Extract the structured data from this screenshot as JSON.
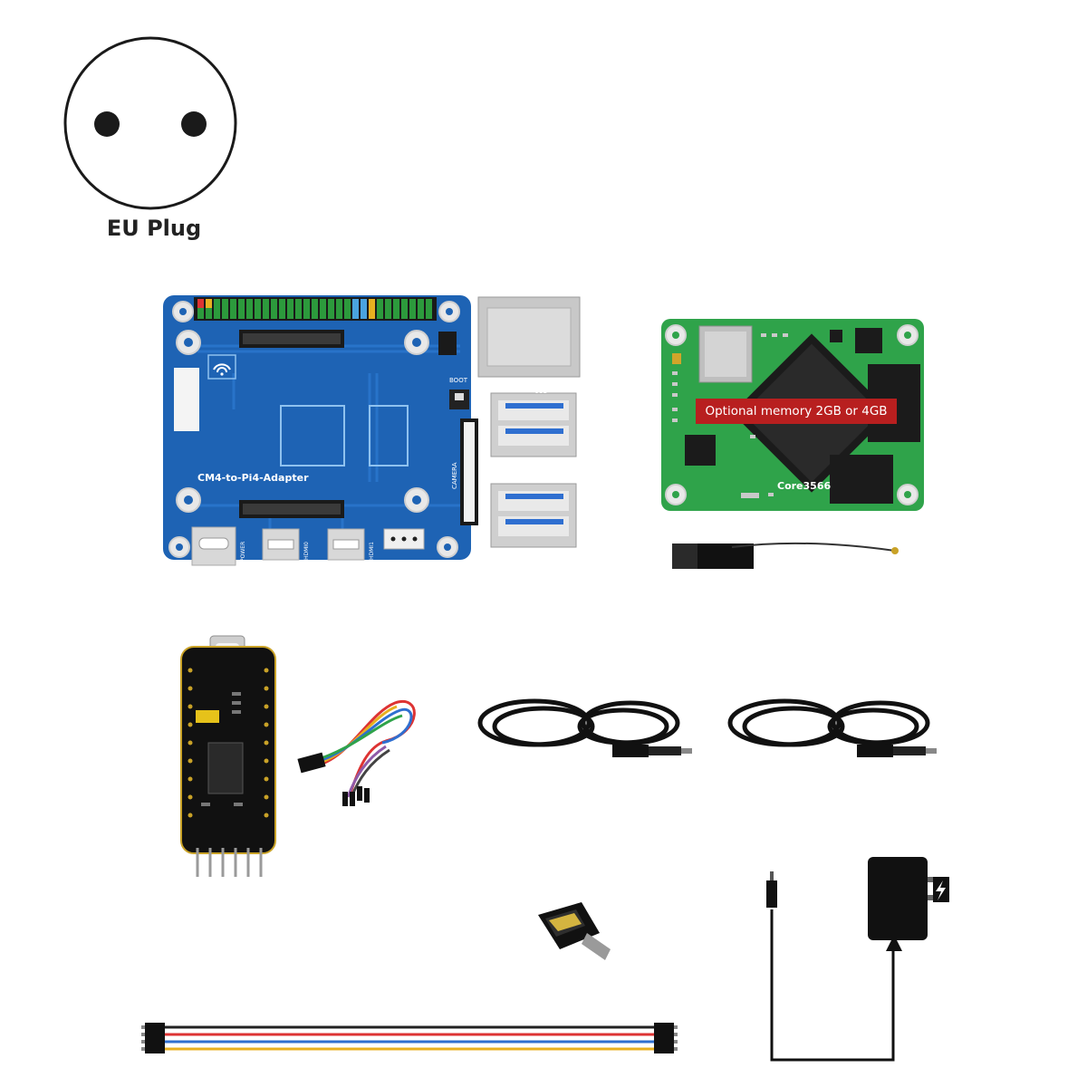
{
  "plug": {
    "label": "EU Plug"
  },
  "adapter_board": {
    "title": "CM4-to-Pi4-Adapter",
    "boot_label": "BOOT",
    "usb_label_1": "USB",
    "usb_label_2": "USB",
    "camera_label": "CAMERA",
    "hdmi_label_1": "HDMI0",
    "hdmi_label_2": "HDMI1",
    "power_label": "POWER"
  },
  "core_module": {
    "memory_note": "Optional memory 2GB or 4GB",
    "model": "Core3566"
  },
  "colors": {
    "board_blue": "#1e63b4",
    "core_green": "#2fa34a",
    "banner_red": "#b81f1f"
  },
  "icons": [
    "wifi-icon",
    "lightning-icon"
  ]
}
